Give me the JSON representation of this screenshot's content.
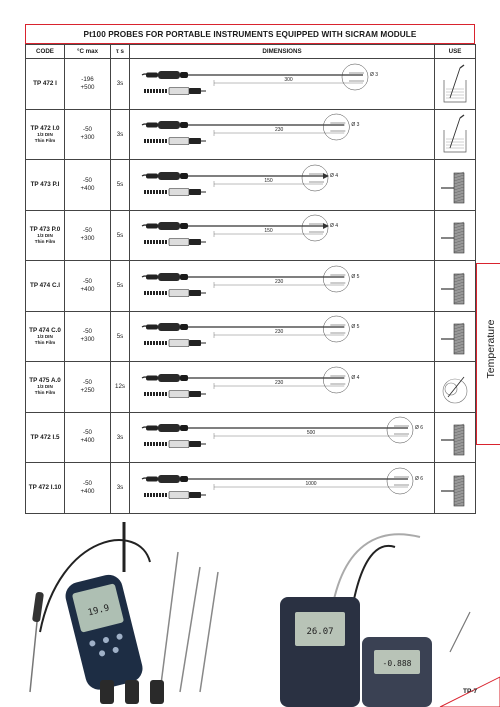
{
  "header": {
    "title": "Pt100 PROBES FOR PORTABLE INSTRUMENTS EQUIPPED WITH SICRAM MODULE"
  },
  "table": {
    "columns": [
      "CODE",
      "°C max",
      "τ s",
      "DIMENSIONS",
      "USE"
    ],
    "rows": [
      {
        "code": "TP 472 I",
        "sub": "",
        "range": [
          "-196",
          "+500"
        ],
        "tau": "3s",
        "length": "300",
        "diameter": "Ø 3",
        "tip": "round",
        "use": "liquid"
      },
      {
        "code": "TP 472 I.0",
        "sub": "1/3 DIN\nThin Film",
        "range": [
          "-50",
          "+300"
        ],
        "tau": "3s",
        "length": "230",
        "diameter": "Ø 3",
        "tip": "round",
        "use": "liquid"
      },
      {
        "code": "TP 473 P.I",
        "sub": "",
        "range": [
          "-50",
          "+400"
        ],
        "tau": "5s",
        "length": "150",
        "diameter": "Ø 4",
        "tip": "point",
        "use": "penetration"
      },
      {
        "code": "TP 473 P.0",
        "sub": "1/3 DIN\nThin Film",
        "range": [
          "-50",
          "+300"
        ],
        "tau": "5s",
        "length": "150",
        "diameter": "Ø 4",
        "tip": "point",
        "use": "penetration"
      },
      {
        "code": "TP 474 C.I",
        "sub": "",
        "range": [
          "-50",
          "+400"
        ],
        "tau": "5s",
        "length": "230",
        "diameter": "Ø 5",
        "tip": "round",
        "use": "contact"
      },
      {
        "code": "TP 474 C.0",
        "sub": "1/3 DIN\nThin Film",
        "range": [
          "-50",
          "+300"
        ],
        "tau": "5s",
        "length": "230",
        "diameter": "Ø 5",
        "tip": "round",
        "use": "contact"
      },
      {
        "code": "TP 475 A.0",
        "sub": "1/3 DIN\nThin Film",
        "range": [
          "-50",
          "+250"
        ],
        "tau": "12s",
        "length": "230",
        "diameter": "Ø 4",
        "tip": "round",
        "use": "air"
      },
      {
        "code": "TP 472 I.5",
        "sub": "",
        "range": [
          "-50",
          "+400"
        ],
        "tau": "3s",
        "length": "500",
        "diameter": "Ø 6",
        "tip": "round",
        "use": "contact"
      },
      {
        "code": "TP 472 I.10",
        "sub": "",
        "range": [
          "-50",
          "+400"
        ],
        "tau": "3s",
        "length": "1000",
        "diameter": "Ø 6",
        "tip": "round",
        "use": "contact"
      }
    ]
  },
  "side_tab": {
    "label": "Temperature"
  },
  "photos": {
    "left_display": "19.9",
    "right_display_1": "26.07",
    "right_display_2": "-0.888"
  },
  "footer": {
    "page": "TP-7"
  },
  "colors": {
    "accent": "#d9232e",
    "probe": "#2a2a2a",
    "grid": "#444444"
  }
}
